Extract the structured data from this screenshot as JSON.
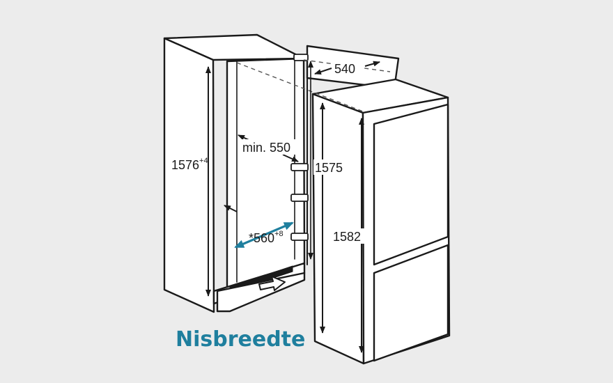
{
  "caption": "Nisbreedte",
  "colors": {
    "background": "#ececec",
    "line": "#1a1a1a",
    "panel": "#ffffff",
    "accent": "#1f7f9e"
  },
  "dimensions": {
    "niche_height": "1576",
    "niche_height_tolerance": "+4",
    "niche_width_prefix": "*",
    "niche_width": "560",
    "niche_width_tolerance": "+8",
    "min_depth": "min. 550",
    "door_width": "540",
    "appliance_height_hinge": "1575",
    "appliance_height": "1582"
  }
}
